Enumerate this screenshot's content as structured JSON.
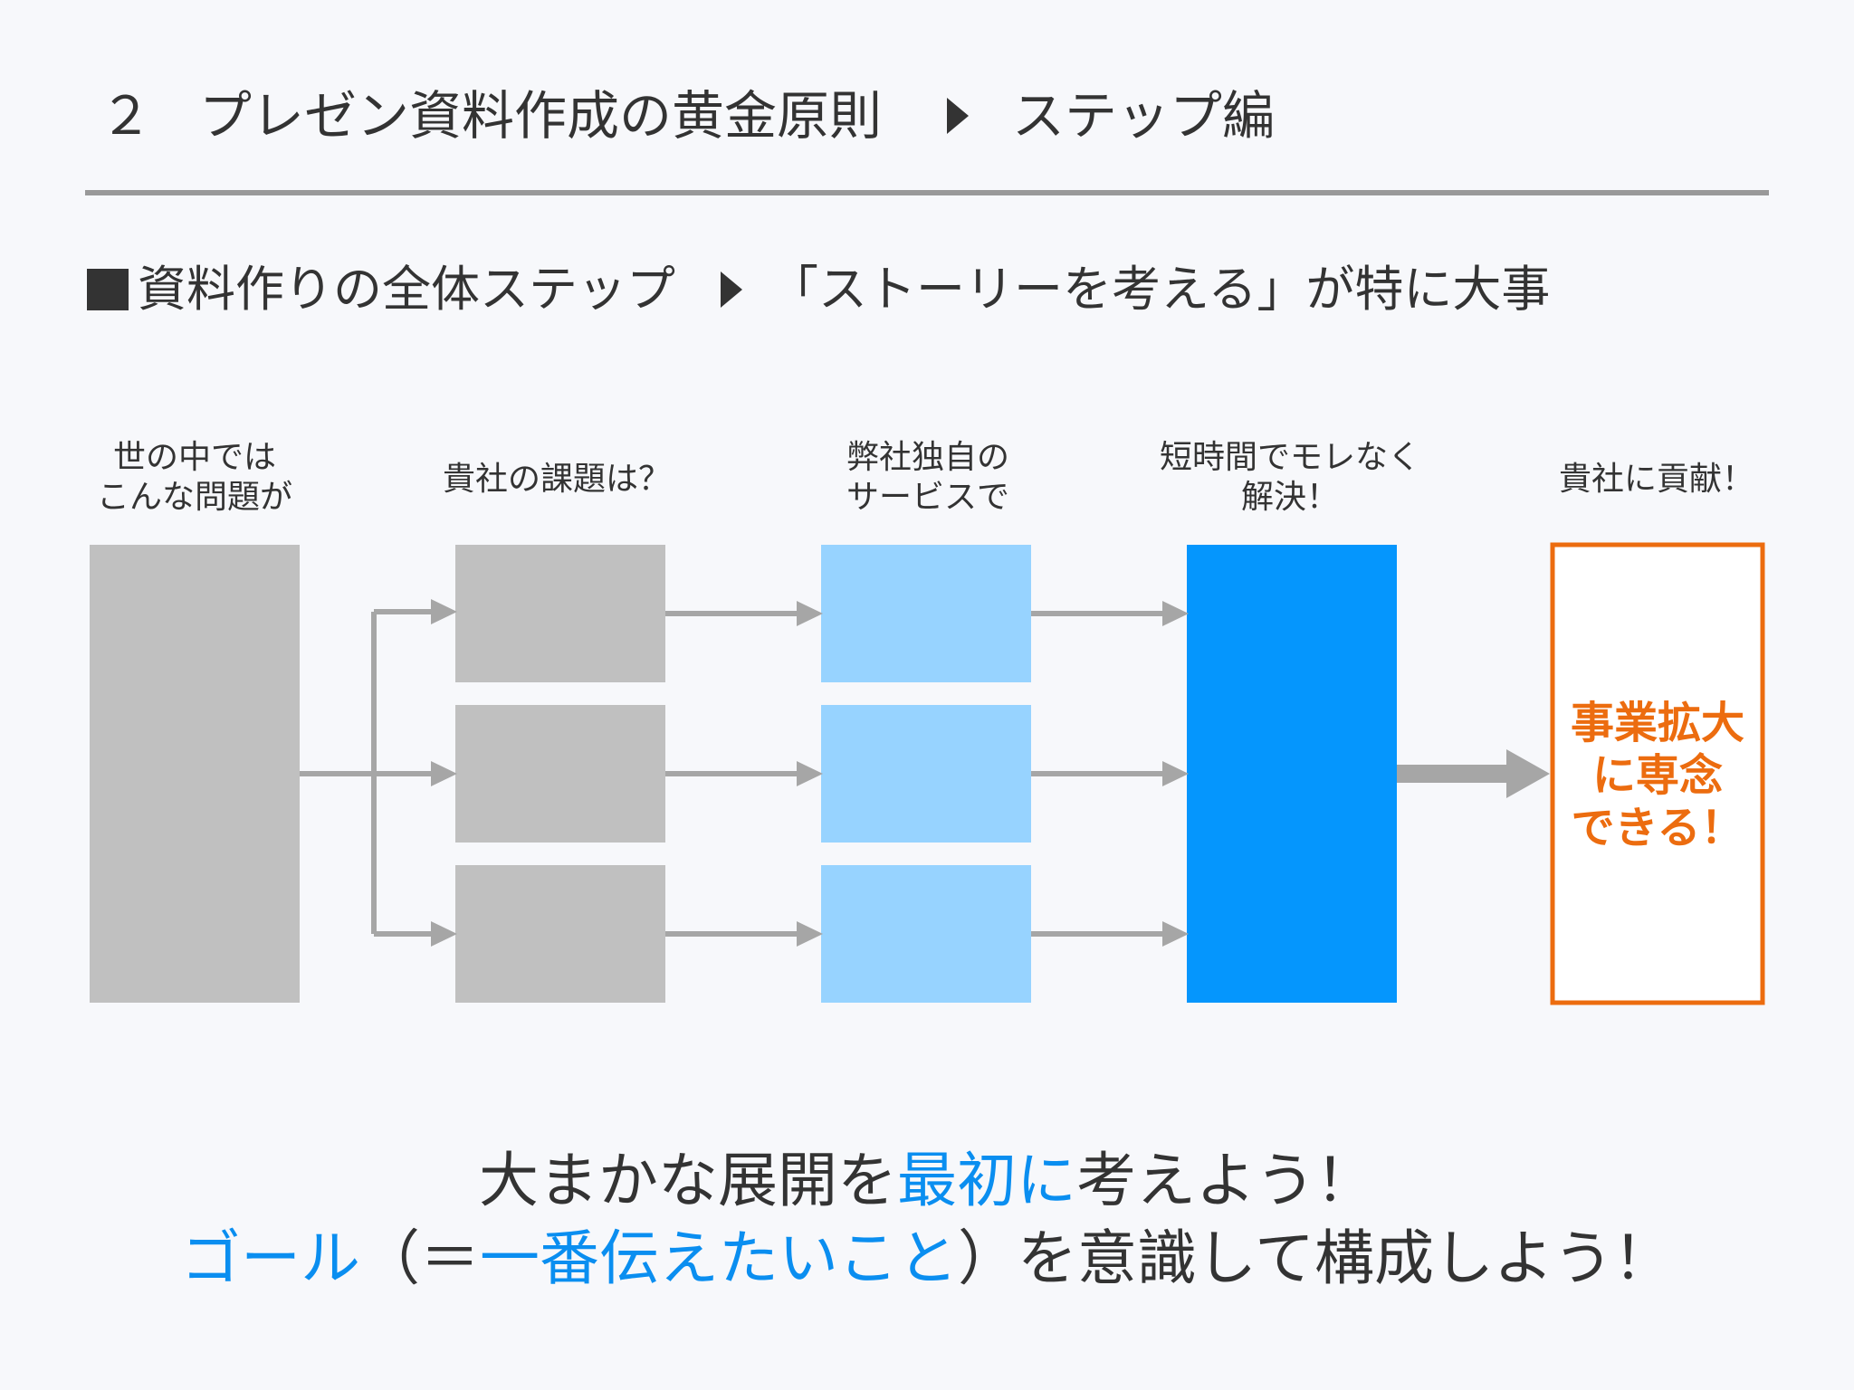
{
  "header": {
    "number": "２",
    "title": "プレゼン資料作成の黄金原則",
    "section": "ステップ編"
  },
  "subtitle": {
    "lead": "資料作りの全体ステップ",
    "point": "「ストーリーを考える」が特に大事"
  },
  "steps": [
    {
      "label": "世の中では\nこんな問題が"
    },
    {
      "label": "貴社の課題は？"
    },
    {
      "label": "弊社独自の\nサービスで"
    },
    {
      "label": "短時間でモレなく\n解決！"
    },
    {
      "label": "貴社に貢献！"
    }
  ],
  "goal": {
    "text": "事業拡大\nに専念\nできる！"
  },
  "footer": {
    "line1": {
      "a": "大まかな展開を",
      "b": "最初に",
      "c": "考えよう！"
    },
    "line2": {
      "a": "ゴール",
      "b": "（＝",
      "c": "一番伝えたいこと",
      "d": "）を意識して構成しよう！"
    }
  },
  "colors": {
    "gray_box": "#c0c0c0",
    "light_blue_box": "#97d3ff",
    "blue_box": "#0596fd",
    "orange": "#ec6c0f",
    "arrow_gray": "#a6a6a6",
    "accent_blue": "#0a8ef0"
  }
}
